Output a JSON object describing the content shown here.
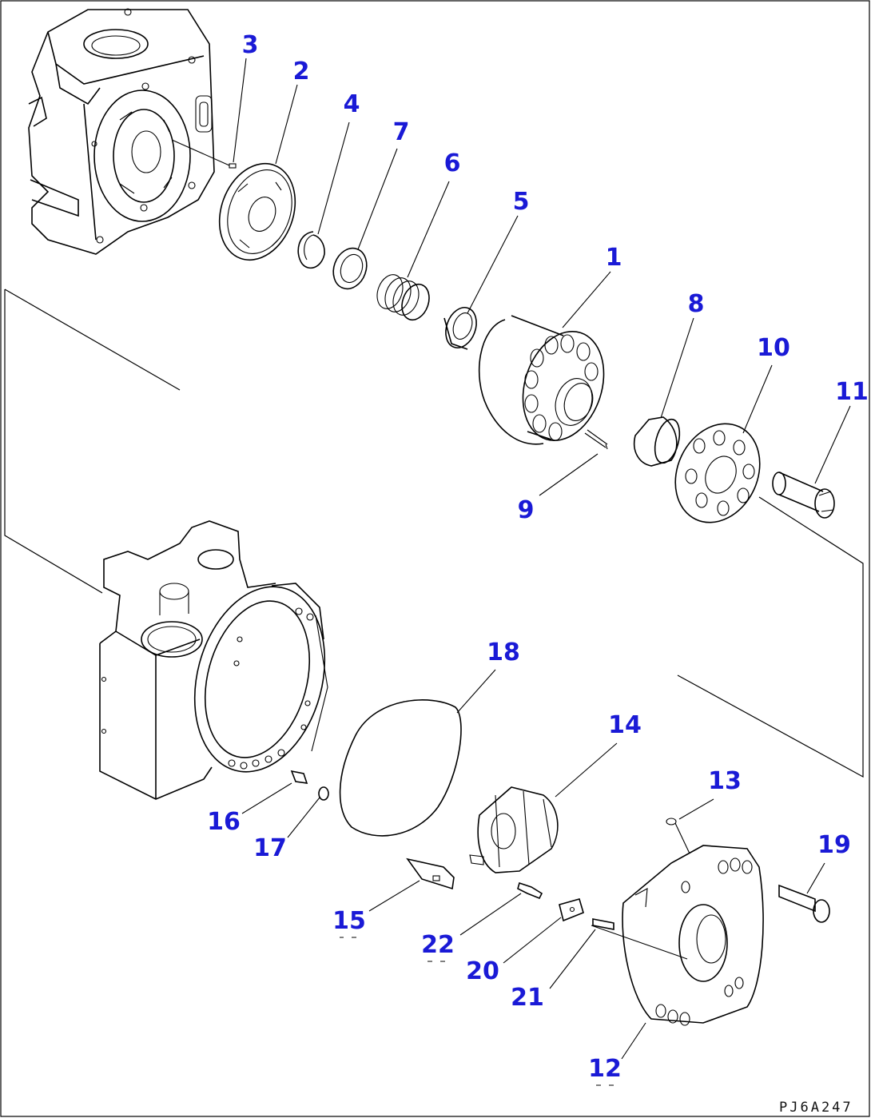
{
  "drawing_code": "PJ6A247",
  "callouts": [
    {
      "id": "1",
      "label": "1"
    },
    {
      "id": "2",
      "label": "2"
    },
    {
      "id": "3",
      "label": "3"
    },
    {
      "id": "4",
      "label": "4"
    },
    {
      "id": "5",
      "label": "5"
    },
    {
      "id": "6",
      "label": "6"
    },
    {
      "id": "7",
      "label": "7"
    },
    {
      "id": "8",
      "label": "8"
    },
    {
      "id": "9",
      "label": "9"
    },
    {
      "id": "10",
      "label": "10"
    },
    {
      "id": "11",
      "label": "11"
    },
    {
      "id": "12",
      "label": "12"
    },
    {
      "id": "13",
      "label": "13"
    },
    {
      "id": "14",
      "label": "14"
    },
    {
      "id": "15",
      "label": "15"
    },
    {
      "id": "16",
      "label": "16"
    },
    {
      "id": "17",
      "label": "17"
    },
    {
      "id": "18",
      "label": "18"
    },
    {
      "id": "19",
      "label": "19"
    },
    {
      "id": "20",
      "label": "20"
    },
    {
      "id": "21",
      "label": "21"
    },
    {
      "id": "22",
      "label": "22"
    }
  ],
  "colors": {
    "callout": "#1a1ad6",
    "line": "#000000",
    "background": "#ffffff"
  }
}
